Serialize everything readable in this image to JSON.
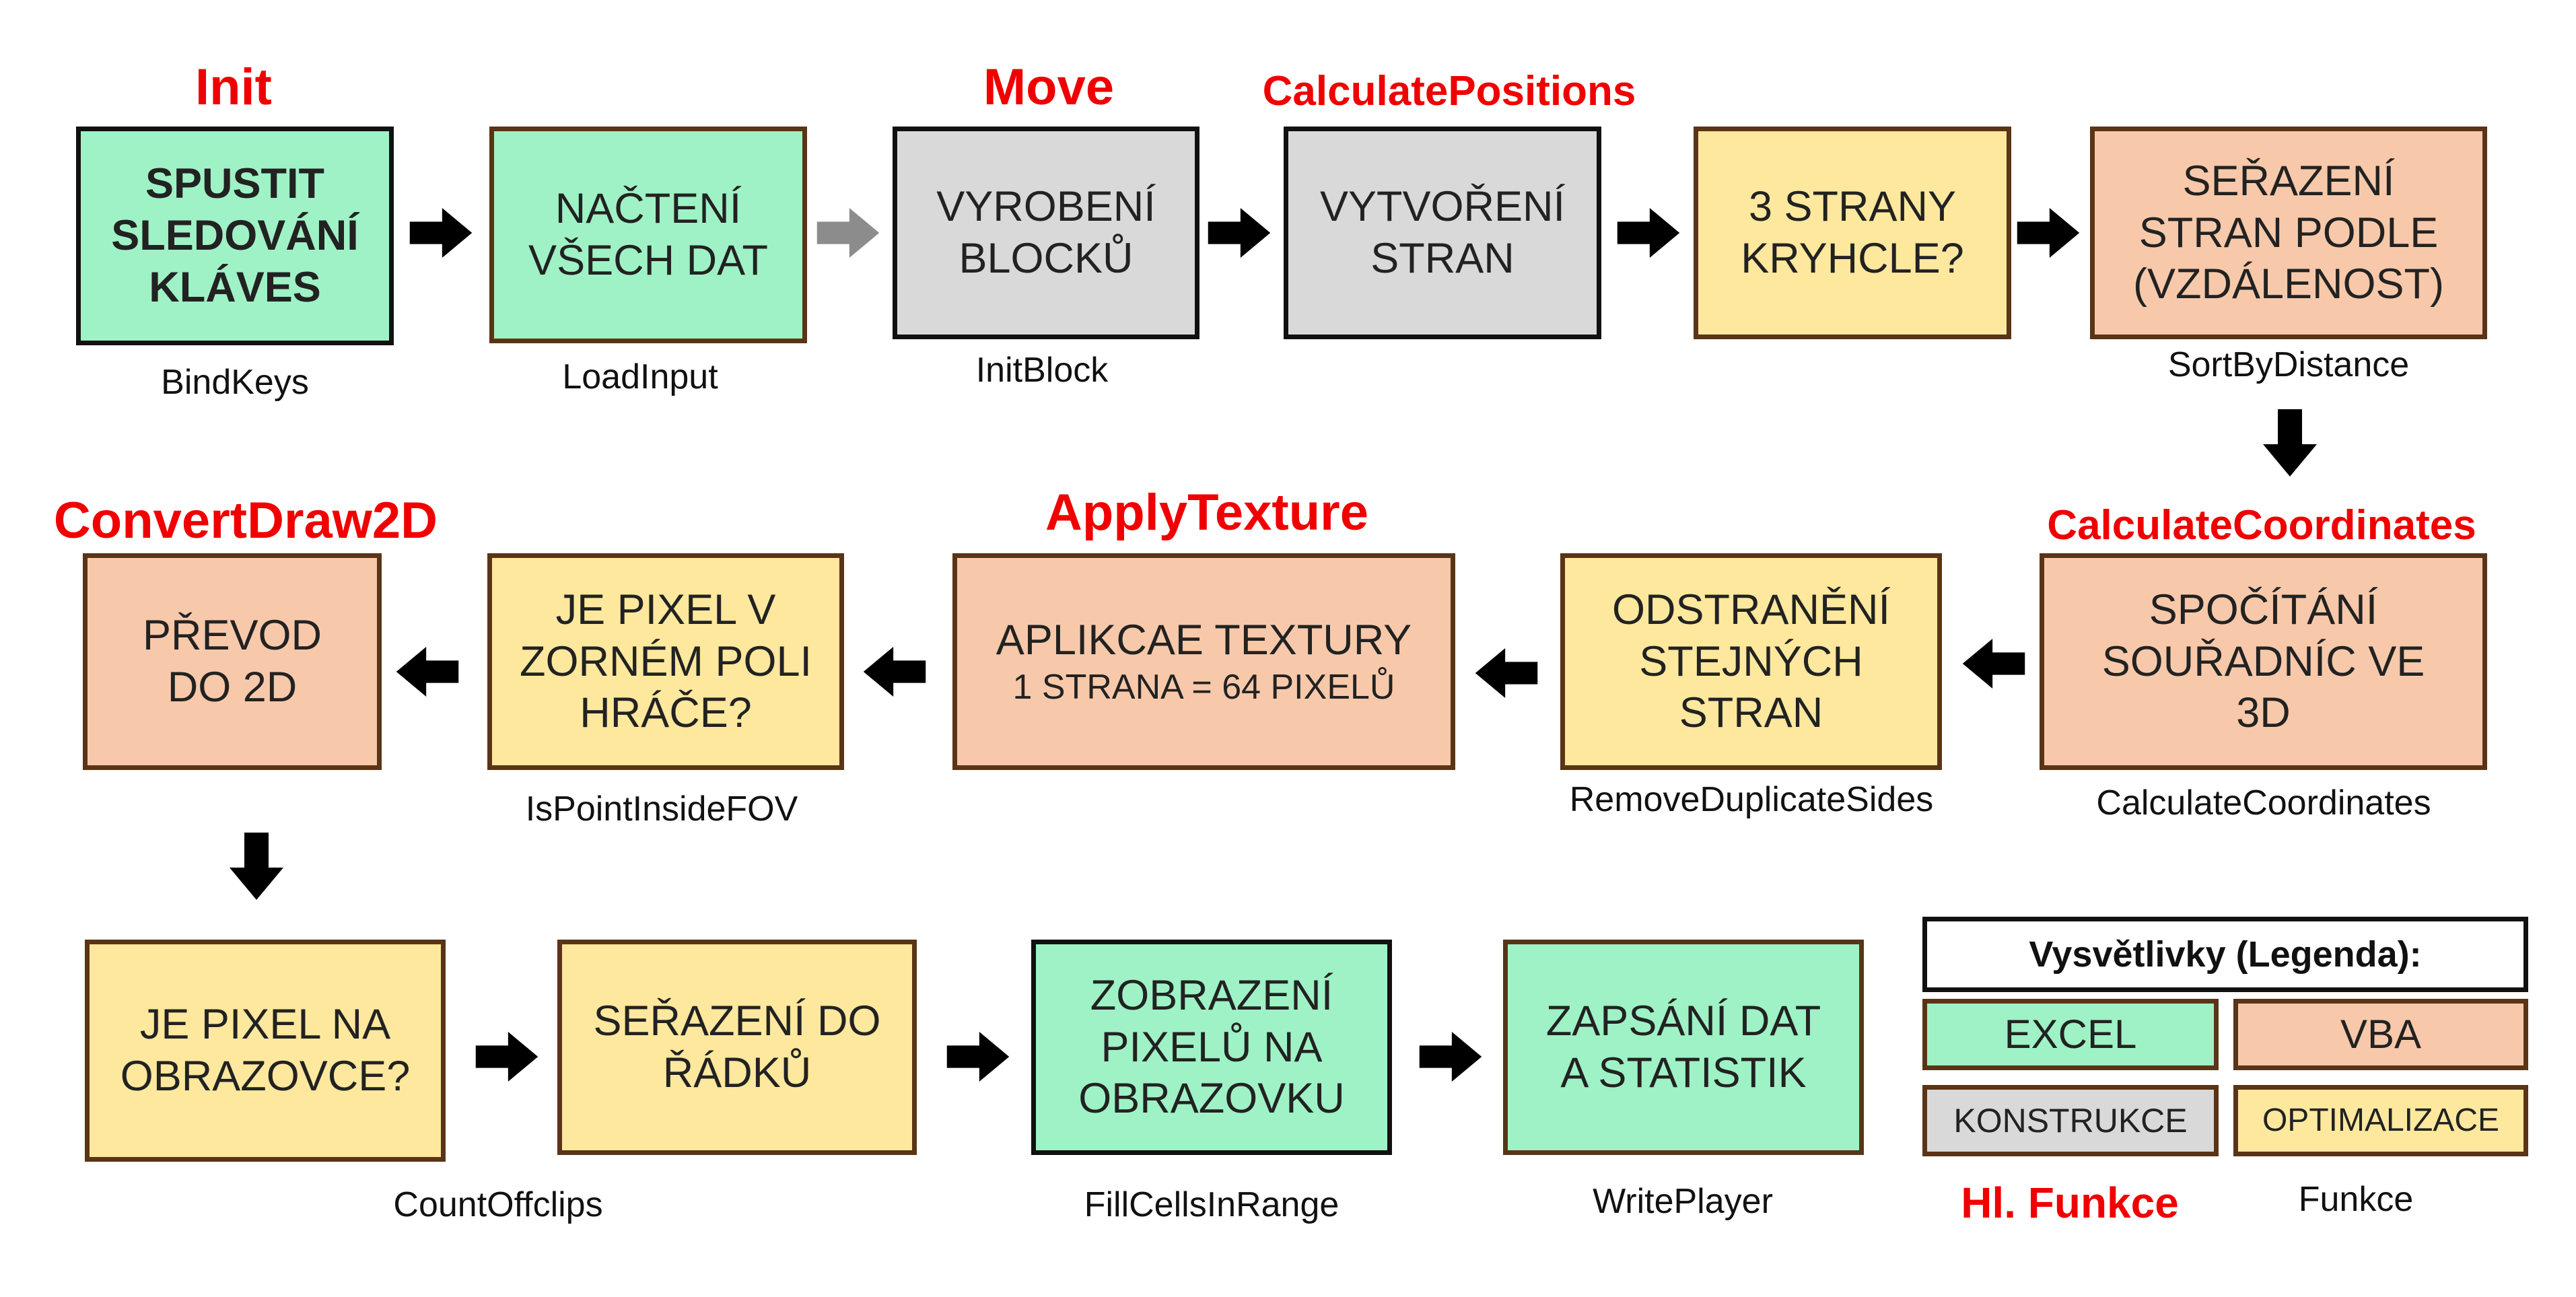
{
  "titles": {
    "init": "Init",
    "move": "Move",
    "calculate_positions": "CalculatePositions",
    "calculate_coordinates": "CalculateCoordinates",
    "apply_texture": "ApplyTexture",
    "convert_draw_2d": "ConvertDraw2D"
  },
  "boxes": {
    "b1": {
      "lines": [
        "SPUSTIT",
        "SLEDOVÁNÍ",
        "KLÁVES"
      ],
      "function": "BindKeys"
    },
    "b2": {
      "lines": [
        "NAČTENÍ",
        "VŠECH DAT"
      ],
      "function": "LoadInput"
    },
    "b3": {
      "lines": [
        "VYROBENÍ",
        "BLOCKŮ"
      ],
      "function": "InitBlock"
    },
    "b4": {
      "lines": [
        "VYTVOŘENÍ",
        "STRAN"
      ]
    },
    "b5": {
      "lines": [
        "3 STRANY",
        "KRYHCLE?"
      ]
    },
    "b6": {
      "lines": [
        "SEŘAZENÍ",
        "STRAN PODLE",
        "(VZDÁLENOST)"
      ],
      "function": "SortByDistance"
    },
    "b7": {
      "lines": [
        "SPOČÍTÁNÍ",
        "SOUŘADNÍC VE",
        "3D"
      ],
      "function": "CalculateCoordinates"
    },
    "b8": {
      "lines": [
        "ODSTRANĚNÍ",
        "STEJNÝCH",
        "STRAN"
      ],
      "function": "RemoveDuplicateSides"
    },
    "b9": {
      "lines": [
        "APLIKCAE TEXTURY",
        "1 STRANA = 64 PIXELŮ"
      ]
    },
    "b10": {
      "lines": [
        "JE PIXEL V",
        "ZORNÉM POLI",
        "HRÁČE?"
      ],
      "function": "IsPointInsideFOV"
    },
    "b11": {
      "lines": [
        "PŘEVOD",
        "DO 2D"
      ]
    },
    "b12": {
      "lines": [
        "JE PIXEL NA",
        "OBRAZOVCE?"
      ],
      "function": "CountOffclips"
    },
    "b13": {
      "lines": [
        "SEŘAZENÍ DO",
        "ŘÁDKŮ"
      ]
    },
    "b14": {
      "lines": [
        "ZOBRAZENÍ",
        "PIXELŮ NA",
        "OBRAZOVKU"
      ],
      "function": "FillCellsInRange"
    },
    "b15": {
      "lines": [
        "ZAPSÁNÍ DAT",
        "A STATISTIK"
      ],
      "function": "WritePlayer"
    }
  },
  "legend": {
    "title": "Vysvětlivky (Legenda):",
    "excel": "EXCEL",
    "vba": "VBA",
    "konstrukce": "KONSTRUKCE",
    "optimalizace": "OPTIMALIZACE",
    "main_functions": "Hl. Funkce",
    "functions": "Funkce"
  },
  "colors": {
    "excel": "#9ff2c5",
    "vba": "#f7c9aa",
    "konstrukce": "#d9d9d9",
    "optimalizace": "#fde89e",
    "title_red": "#f00000",
    "arrow": "#000000",
    "arrow_light": "#8c8c8c"
  }
}
